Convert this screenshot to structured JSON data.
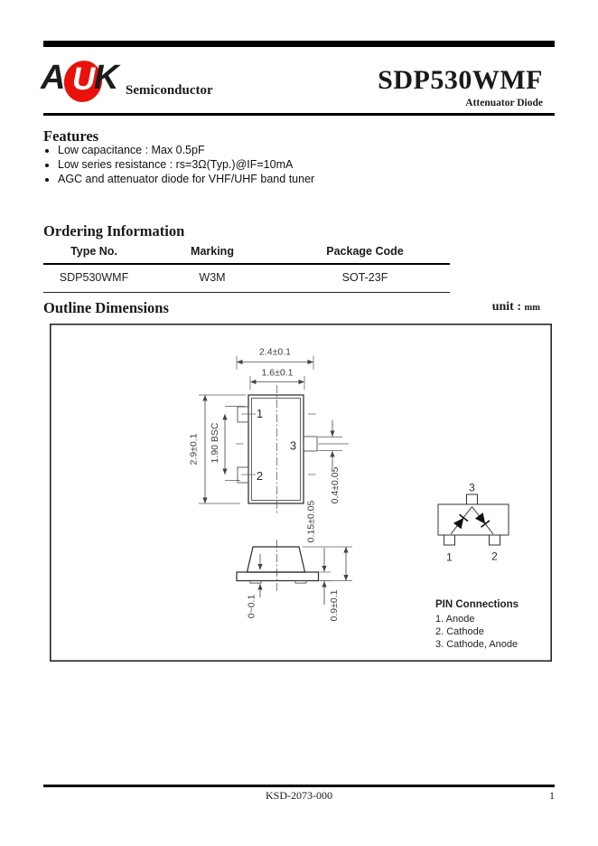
{
  "header": {
    "logo_a": "A",
    "logo_u": "U",
    "logo_k": "K",
    "logo_suffix": "Semiconductor",
    "accent_color": "#e8120b",
    "part_number": "SDP530WMF",
    "subtitle": "Attenuator Diode"
  },
  "features": {
    "heading": "Features",
    "items": [
      "Low capacitance : Max 0.5pF",
      "Low series resistance : rs=3Ω(Typ.)@IF=10mA",
      "AGC and attenuator diode for VHF/UHF band tuner"
    ]
  },
  "ordering": {
    "heading": "Ordering Information",
    "columns": [
      "Type No.",
      "Marking",
      "Package Code"
    ],
    "row": [
      "SDP530WMF",
      "W3M",
      "SOT-23F"
    ]
  },
  "outline": {
    "heading": "Outline Dimensions",
    "unit_label": "unit :",
    "unit_value": "mm",
    "dims": {
      "width_overall": "2.4±0.1",
      "width_body": "1.6±0.1",
      "height_body": "2.9±0.1",
      "lead_pitch": "1.90 BSC",
      "lead_width": "0.4±0.05",
      "lead_thickness": "0.15±0.05",
      "standoff": "0~0.1",
      "height_total": "0.9±0.1"
    },
    "pin_labels": {
      "p1": "1",
      "p2": "2",
      "p3": "3"
    },
    "pin_connections": {
      "heading": "PIN Connections",
      "items": [
        "1. Anode",
        "2. Cathode",
        "3. Cathode, Anode"
      ]
    }
  },
  "footer": {
    "doc_number": "KSD-2073-000",
    "page": "1"
  }
}
